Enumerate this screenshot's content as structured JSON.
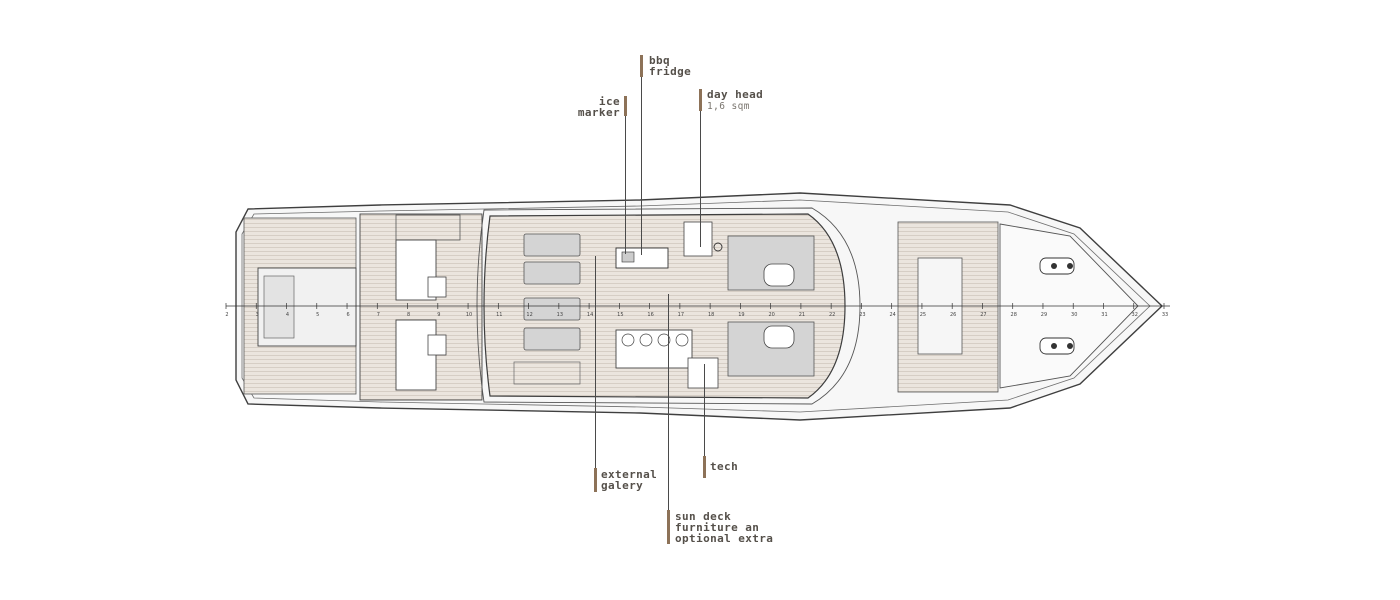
{
  "colors": {
    "accent": "#8d7258",
    "line": "#3f3f3f",
    "teak": "#e8e1da",
    "seat": "#d4d4d4"
  },
  "labels": {
    "bbq": {
      "line1": "bbq",
      "line2": "fridge"
    },
    "ice": {
      "line1": "ice",
      "line2": "marker"
    },
    "day_head": {
      "line1": "day head",
      "area": "1,6 sqm"
    },
    "external_galery": {
      "line1": "external",
      "line2": "galery"
    },
    "tech": {
      "line1": "tech"
    },
    "sun_deck": {
      "line1": "sun deck",
      "line2": "furniture an",
      "line3": "optional extra"
    }
  },
  "frame_numbers": [
    "2",
    "3",
    "4",
    "5",
    "6",
    "7",
    "8",
    "9",
    "10",
    "11",
    "12",
    "13",
    "14",
    "15",
    "16",
    "17",
    "18",
    "19",
    "20",
    "21",
    "22",
    "23",
    "24",
    "25",
    "26",
    "27",
    "28",
    "29",
    "30",
    "31",
    "32",
    "33"
  ]
}
